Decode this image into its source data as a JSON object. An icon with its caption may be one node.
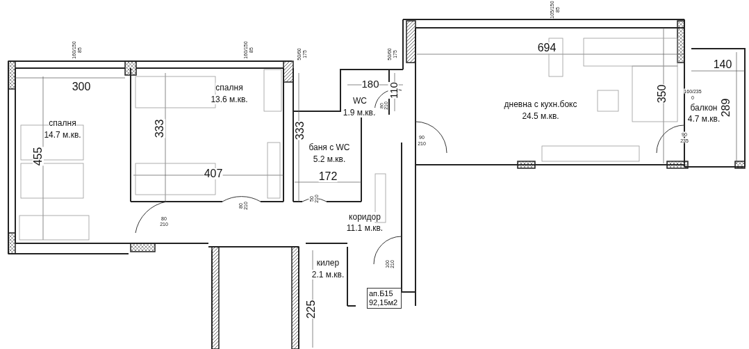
{
  "diagram": {
    "nodes": [
      {
        "text": [
          "спалня",
          "14.7 м.кв."
        ]
      },
      {
        "text": [
          "спалня",
          "13.6 м.кв."
        ]
      },
      {
        "text": [
          "WC",
          "1.9 м.кв."
        ]
      },
      {
        "text": [
          "баня с WC",
          "5.2 м.кв."
        ]
      },
      {
        "text": [
          "дневна с кухн.бокс",
          "24.5 м.кв."
        ]
      },
      {
        "text": [
          "балкон",
          "4.7 м.кв."
        ]
      },
      {
        "text": [
          "коридор",
          "11.1 м.кв."
        ]
      },
      {
        "text": [
          "килер",
          "2.1 м.кв."
        ]
      },
      {
        "text": [
          "ап.Б15",
          "92,15м2"
        ]
      }
    ],
    "labels": [
      "105/150",
      "85",
      "160/150",
      "85",
      "160/150",
      "85",
      "50/60",
      "175",
      "50/60",
      "175",
      "694",
      "140",
      "300",
      "180",
      "110",
      "80",
      "210",
      "160/235",
      "0",
      "350",
      "289",
      "333",
      "333",
      "455",
      "90",
      "210",
      "90",
      "235",
      "407",
      "172",
      "80",
      "210",
      "50",
      "210",
      "80",
      "210",
      "100",
      "210",
      "225"
    ]
  }
}
